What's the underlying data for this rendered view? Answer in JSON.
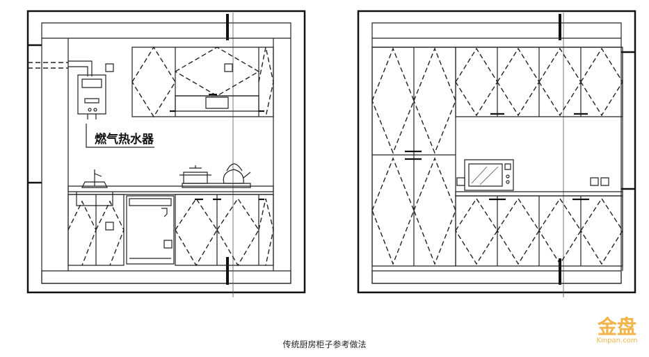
{
  "diagram": {
    "heater_label": "燃气热水器"
  },
  "caption": "传统厨房柜子参考做法",
  "watermark": {
    "logo_text": "金盘",
    "url": "Kinpan.com"
  },
  "icons": [
    "water-heater-icon",
    "pot-icon",
    "kettle-icon",
    "sink-icon",
    "microwave-icon",
    "outlet-icon"
  ]
}
